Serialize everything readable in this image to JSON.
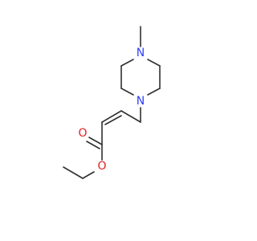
{
  "molecule": {
    "atoms": {
      "n_top": "N",
      "n_bottom": "N",
      "o_carbonyl": "O",
      "o_ester": "O"
    }
  },
  "colors": {
    "bond": "#303030",
    "nitrogen": "#2e3fff",
    "oxygen": "#e02020",
    "background": "#ffffff"
  }
}
